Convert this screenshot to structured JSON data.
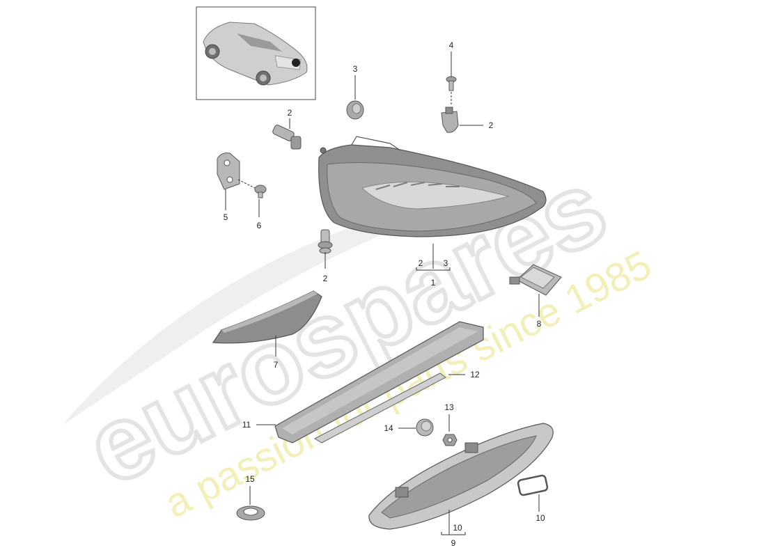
{
  "watermark": {
    "brand": "eurospares",
    "tagline": "a passion for parts since 1985",
    "brand_color": "#e6e6e6",
    "tagline_color": "#f1eeb0"
  },
  "colors": {
    "part_fill": "#b9b9b9",
    "part_dark": "#7c7c7c",
    "part_light": "#dcdcdc",
    "line": "#333333"
  },
  "thumbnail": {
    "subject": "Porsche Boxster roadster overview"
  },
  "callouts": [
    {
      "id": "c1",
      "text": "1"
    },
    {
      "id": "c1a",
      "text": "2"
    },
    {
      "id": "c1b",
      "text": "3"
    },
    {
      "id": "c2a",
      "text": "2"
    },
    {
      "id": "c2b",
      "text": "2"
    },
    {
      "id": "c2c",
      "text": "2"
    },
    {
      "id": "c3",
      "text": "3"
    },
    {
      "id": "c4",
      "text": "4"
    },
    {
      "id": "c5",
      "text": "5"
    },
    {
      "id": "c6",
      "text": "6"
    },
    {
      "id": "c7",
      "text": "7"
    },
    {
      "id": "c8",
      "text": "8"
    },
    {
      "id": "c9",
      "text": "9"
    },
    {
      "id": "c9a",
      "text": "10"
    },
    {
      "id": "c10",
      "text": "10"
    },
    {
      "id": "c11",
      "text": "11"
    },
    {
      "id": "c12",
      "text": "12"
    },
    {
      "id": "c13",
      "text": "13"
    },
    {
      "id": "c14",
      "text": "14"
    },
    {
      "id": "c15",
      "text": "15"
    }
  ]
}
